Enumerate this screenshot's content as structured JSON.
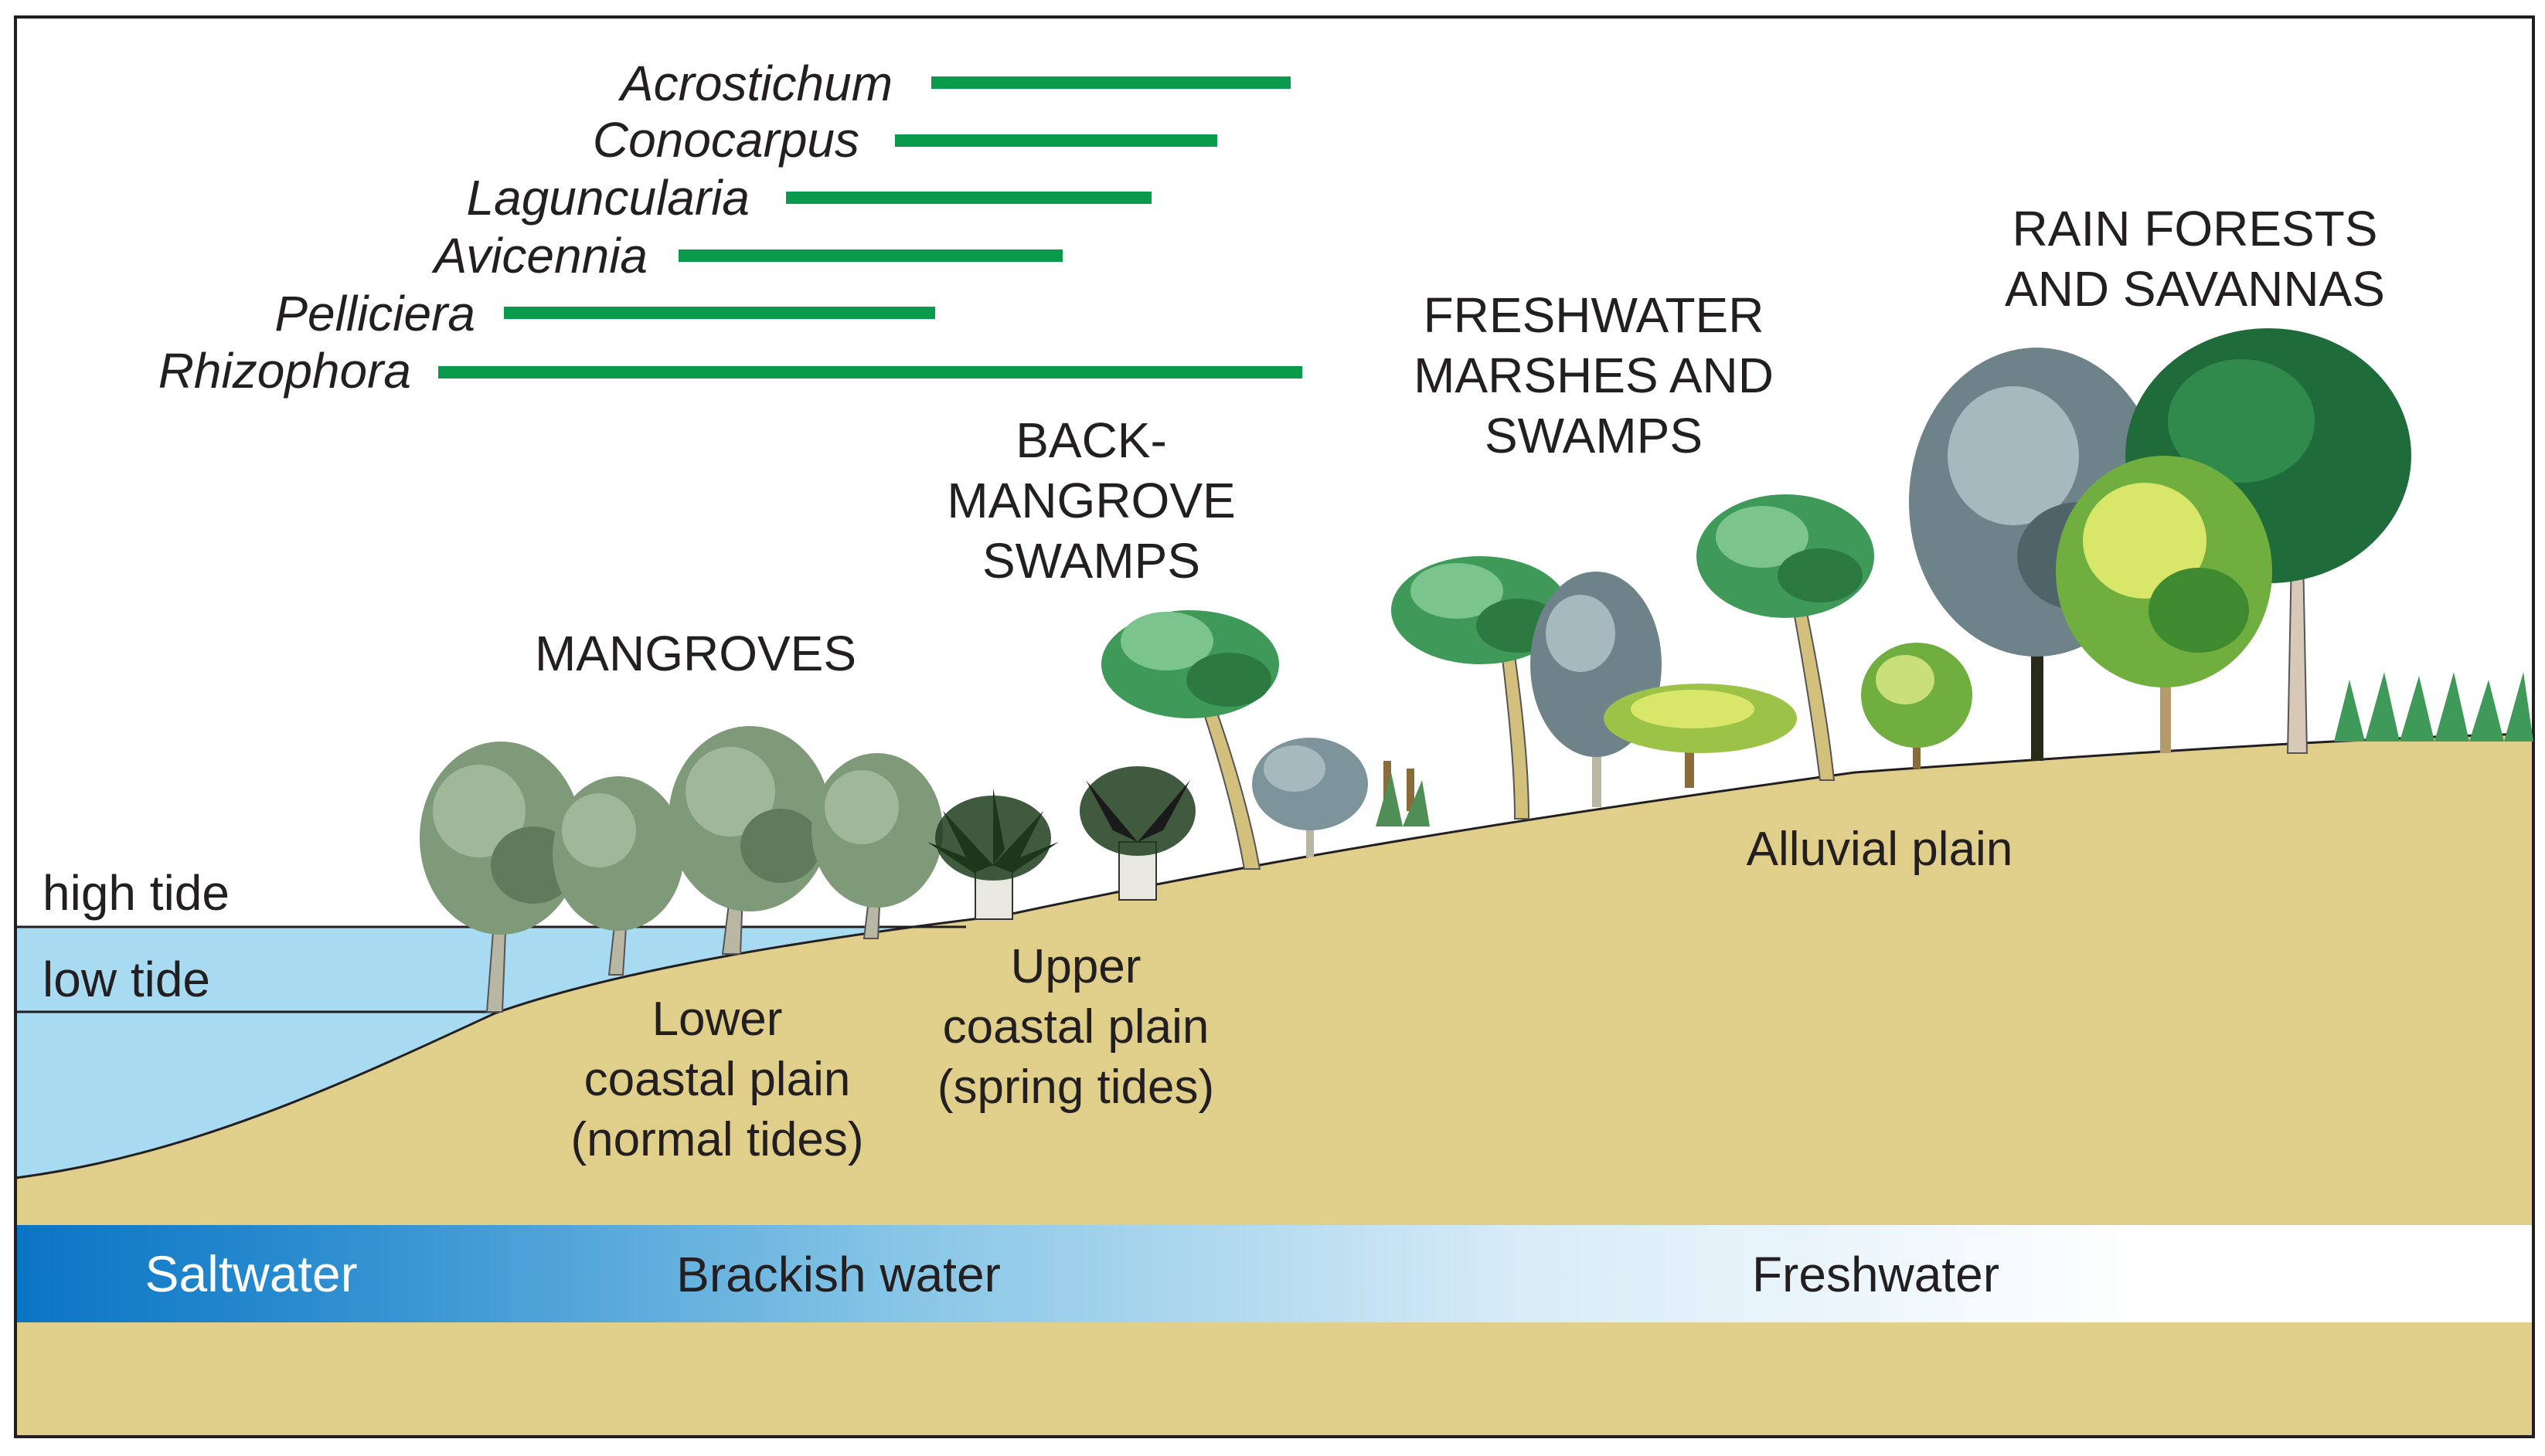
{
  "species_ranges": [
    {
      "name": "Acrostichum"
    },
    {
      "name": "Conocarpus"
    },
    {
      "name": "Laguncularia"
    },
    {
      "name": "Avicennia"
    },
    {
      "name": "Pelliciera"
    },
    {
      "name": "Rhizophora"
    }
  ],
  "zones": {
    "mangroves": "MANGROVES",
    "back_mangrove": [
      "BACK-",
      "MANGROVE",
      "SWAMPS"
    ],
    "freshwater_marshes": [
      "FRESHWATER",
      "MARSHES AND",
      "SWAMPS"
    ],
    "rain_forests": [
      "RAIN FORESTS",
      "AND SAVANNAS"
    ]
  },
  "tides": {
    "high": "high tide",
    "low": "low tide"
  },
  "plains": {
    "lower": [
      "Lower",
      "coastal plain",
      "(normal tides)"
    ],
    "upper": [
      "Upper",
      "coastal plain",
      "(spring tides)"
    ],
    "alluvial": "Alluvial plain"
  },
  "water_gradient": {
    "saltwater": "Saltwater",
    "brackish": "Brackish water",
    "freshwater": "Freshwater"
  },
  "colors": {
    "range_bar": "#0a9a4c",
    "sand": "#dfcf8a",
    "sea": "#a8daf2",
    "salt_blue": "#0a74c4"
  }
}
